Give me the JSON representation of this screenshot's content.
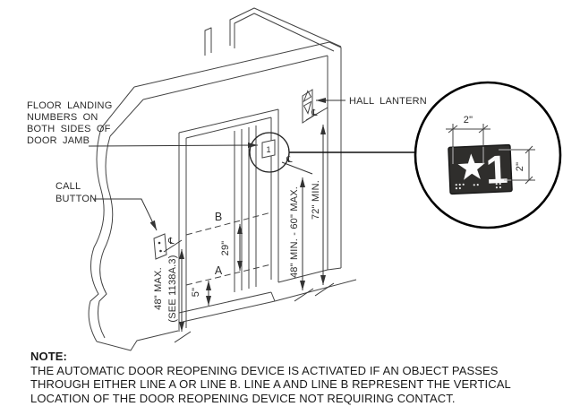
{
  "diagram": {
    "labels": {
      "floor_landing": [
        "FLOOR LANDING",
        "NUMBERS ON",
        "BOTH SIDES OF",
        "DOOR JAMB"
      ],
      "call_button": [
        "CALL",
        "BUTTON"
      ],
      "hall_lantern": "HALL LANTERN"
    },
    "dims": {
      "call_height": "48\" MAX.",
      "call_ref": "(SEE 1138A.3)",
      "sign_height": "48\" MIN. - 60\" MAX.",
      "lantern_height": "72\" MIN.",
      "a_to_b": "29\"",
      "floor_to_a": "5\"",
      "line_a": "A",
      "line_b": "B",
      "star_width": "2\"",
      "numeral_height": "2\"",
      "centerline": "℄"
    },
    "detail": {
      "numeral": "1",
      "jamb_numeral": "1"
    },
    "note": {
      "heading": "NOTE:",
      "lines": [
        "THE AUTOMATIC DOOR REOPENING DEVICE IS ACTIVATED IF AN OBJECT PASSES",
        "THROUGH EITHER LINE A OR LINE B. LINE A AND LINE B REPRESENT THE VERTICAL",
        "LOCATION OF THE DOOR REOPENING DEVICE NOT REQUIRING CONTACT."
      ]
    },
    "colors": {
      "line": "#444444",
      "plate_fill": "#2f2e2c",
      "background": "#ffffff"
    }
  }
}
